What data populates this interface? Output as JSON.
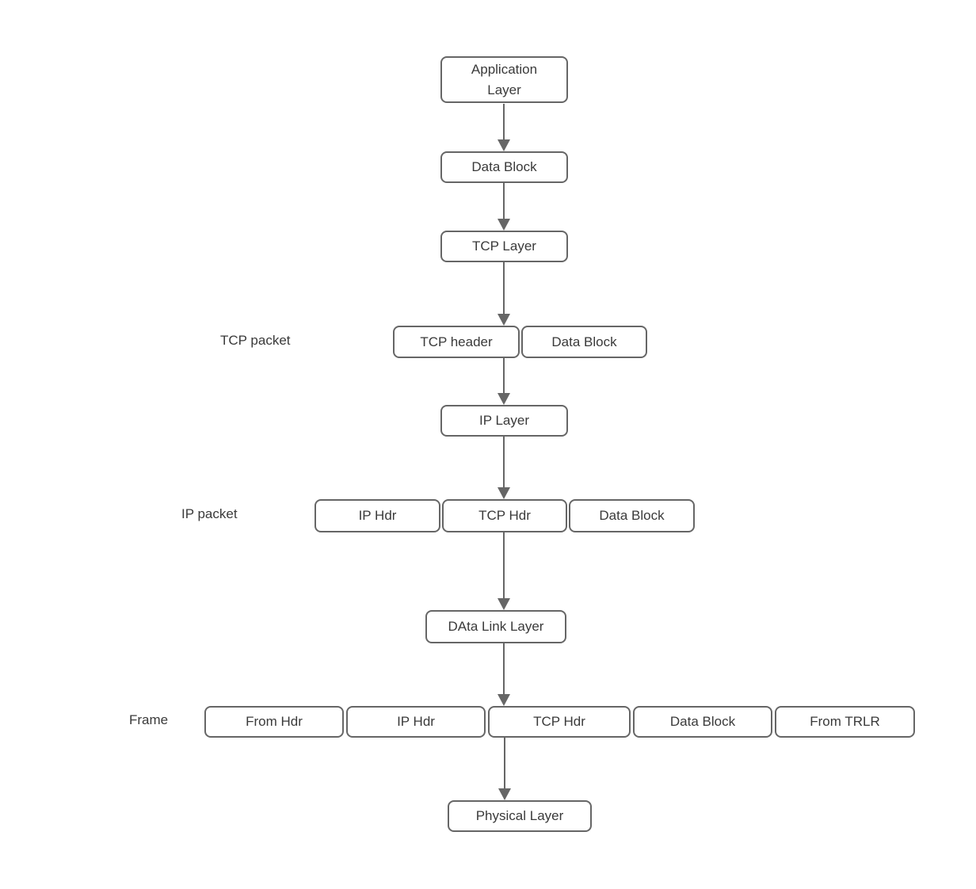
{
  "diagram": {
    "title_hint": "TCP/IP encapsulation flow diagram",
    "nodes": {
      "application_layer": "Application Layer",
      "data_block_1": "Data Block",
      "tcp_layer": "TCP Layer",
      "tcp_header": "TCP header",
      "data_block_2": "Data Block",
      "ip_layer": "IP Layer",
      "ip_hdr_1": "IP Hdr",
      "tcp_hdr_1": "TCP Hdr",
      "data_block_3": "Data Block",
      "data_link_layer": "DAta Link Layer",
      "from_hdr": "From Hdr",
      "ip_hdr_2": "IP Hdr",
      "tcp_hdr_2": "TCP Hdr",
      "data_block_4": "Data Block",
      "from_trlr": "From TRLR",
      "physical_layer": "Physical Layer"
    },
    "labels": {
      "tcp_packet": "TCP packet",
      "ip_packet": "IP packet",
      "frame": "Frame"
    },
    "colors": {
      "background": "#ffffff",
      "node_fill": "#ffffff",
      "node_border": "#666666",
      "text": "#3a3a3a",
      "arrow": "#666666"
    }
  }
}
